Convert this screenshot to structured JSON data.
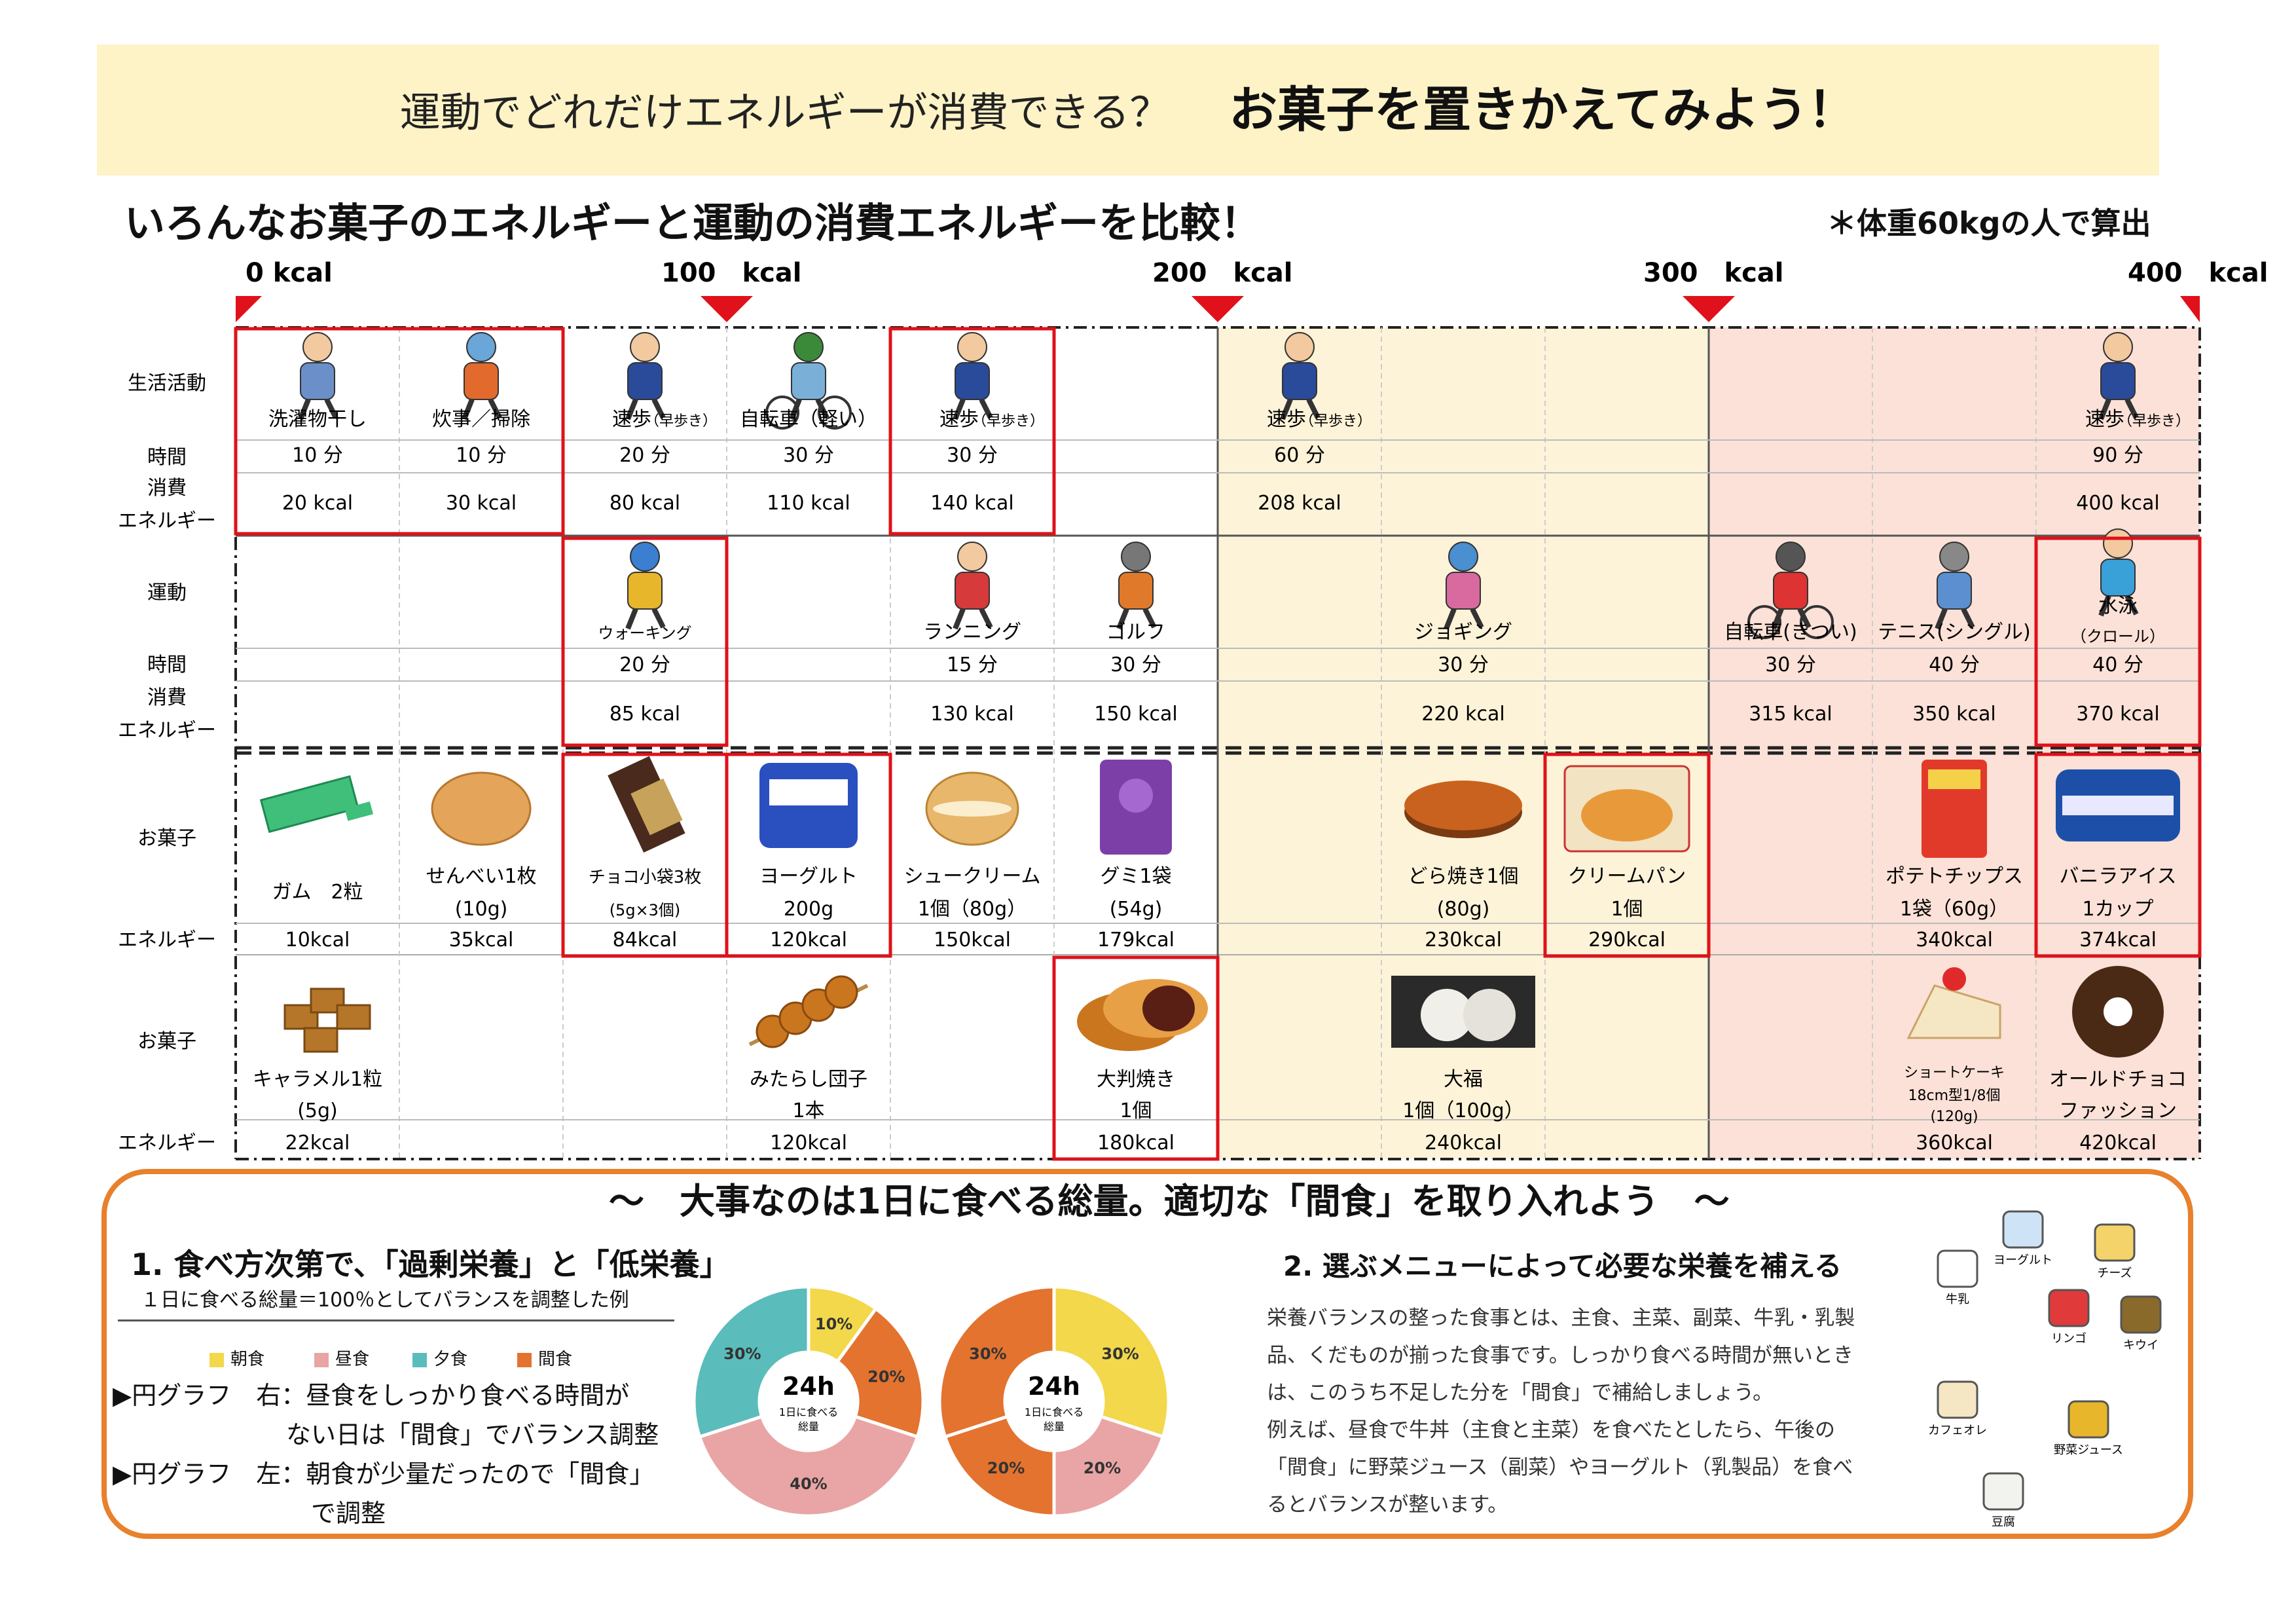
{
  "header": {
    "question": "運動でどれだけエネルギーが消費できる？",
    "title": "お菓子を置きかえてみよう！"
  },
  "subtitle": "いろんなお菓子のエネルギーと運動の消費エネルギーを比較！",
  "basis_note": "＊体重60kgの人で算出",
  "scale": [
    "0 kcal",
    "100　kcal",
    "200　kcal",
    "300　kcal",
    "400　kcal"
  ],
  "row_labels": {
    "life": "生活活動",
    "exercise": "運動",
    "snack": "お菓子",
    "time": "時間",
    "consume1": "消費",
    "consume2": "エネルギー",
    "energy": "エネルギー"
  },
  "life": [
    {
      "col": 0,
      "name": "洗濯物干し",
      "time": "10 分",
      "kcal": "20 kcal",
      "icon": "laundry-icon"
    },
    {
      "col": 1,
      "name": "炊事／掃除",
      "time": "10 分",
      "kcal": "30 kcal",
      "icon": "cooking-cleaning-icon"
    },
    {
      "col": 2,
      "name": "速歩",
      "note": "（早歩き）",
      "time": "20 分",
      "kcal": "80 kcal",
      "icon": "walking-businessman-icon"
    },
    {
      "col": 3,
      "name": "自転車（軽い）",
      "time": "30 分",
      "kcal": "110 kcal",
      "icon": "bicycle-icon"
    },
    {
      "col": 4,
      "name": "速歩",
      "note": "（早歩き）",
      "time": "30 分",
      "kcal": "140 kcal",
      "icon": "walking-businessman-icon"
    },
    {
      "col": 6,
      "name": "速歩",
      "note": "（早歩き）",
      "time": "60 分",
      "kcal": "208 kcal",
      "icon": "walking-businessman-icon"
    },
    {
      "col": 11,
      "name": "速歩",
      "note": "（早歩き）",
      "time": "90 分",
      "kcal": "400 kcal",
      "icon": "walking-businessman-icon"
    }
  ],
  "exercise": [
    {
      "col": 2,
      "name": "ウォーキング",
      "time": "20 分",
      "kcal": "85 kcal",
      "icon": "walking-couple-icon"
    },
    {
      "col": 4,
      "name": "ランニング",
      "time": "15 分",
      "kcal": "130 kcal",
      "icon": "running-icon"
    },
    {
      "col": 5,
      "name": "ゴルフ",
      "time": "30 分",
      "kcal": "150 kcal",
      "icon": "golf-icon"
    },
    {
      "col": 7,
      "name": "ジョギング",
      "time": "30 分",
      "kcal": "220 kcal",
      "icon": "jogging-icon"
    },
    {
      "col": 9,
      "name": "自転車(きつい)",
      "time": "30 分",
      "kcal": "315 kcal",
      "icon": "cycling-racer-icon"
    },
    {
      "col": 10,
      "name": "テニス(シングル)",
      "time": "40 分",
      "kcal": "350 kcal",
      "icon": "tennis-icon"
    },
    {
      "col": 11,
      "name": "水泳",
      "note": "（クロール）",
      "time": "40 分",
      "kcal": "370 kcal",
      "icon": "swimming-icon"
    }
  ],
  "snacks1": [
    {
      "col": 0,
      "name": "ガム　2粒",
      "kcal": "10kcal",
      "icon": "gum-icon"
    },
    {
      "col": 1,
      "name": "せんべい1枚",
      "amount": "(10g)",
      "kcal": "35kcal",
      "icon": "senbei-icon"
    },
    {
      "col": 2,
      "name": "チョコ小袋3枚",
      "amount": "(5g×3個)",
      "kcal": "84kcal",
      "icon": "chocolate-icon"
    },
    {
      "col": 3,
      "name": "ヨーグルト",
      "amount": "200g",
      "kcal": "120kcal",
      "icon": "yogurt-icon"
    },
    {
      "col": 4,
      "name": "シュークリーム",
      "amount": "1個（80g）",
      "kcal": "150kcal",
      "icon": "cream-puff-icon"
    },
    {
      "col": 5,
      "name": "グミ1袋",
      "amount": "(54g)",
      "kcal": "179kcal",
      "icon": "gummy-icon"
    },
    {
      "col": 7,
      "name": "どら焼き1個",
      "amount": "(80g)",
      "kcal": "230kcal",
      "icon": "dorayaki-icon"
    },
    {
      "col": 8,
      "name": "クリームパン",
      "amount": "1個",
      "kcal": "290kcal",
      "icon": "cream-bun-icon"
    },
    {
      "col": 10,
      "name": "ポテトチップス",
      "amount": "1袋（60g）",
      "kcal": "340kcal",
      "icon": "potato-chips-icon"
    },
    {
      "col": 11,
      "name": "バニラアイス",
      "amount": "1カップ",
      "kcal": "374kcal",
      "icon": "ice-cream-icon"
    }
  ],
  "snacks2": [
    {
      "col": 0,
      "name": "キャラメル1粒",
      "amount": "(5g)",
      "kcal": "22kcal",
      "icon": "caramel-icon"
    },
    {
      "col": 3,
      "name": "みたらし団子",
      "amount": "1本",
      "kcal": "120kcal",
      "icon": "dango-icon"
    },
    {
      "col": 5,
      "name": "大判焼き",
      "amount": "1個",
      "kcal": "180kcal",
      "icon": "obanyaki-icon"
    },
    {
      "col": 7,
      "name": "大福",
      "amount": "1個（100g）",
      "kcal": "240kcal",
      "icon": "daifuku-icon"
    },
    {
      "col": 10,
      "name": "ショートケーキ",
      "amount": "18cm型1/8個",
      "amount2": "(120g)",
      "kcal": "360kcal",
      "icon": "shortcake-icon"
    },
    {
      "col": 11,
      "name": "オールドチョコ",
      "amount": "ファッション",
      "kcal": "420kcal",
      "icon": "donut-icon"
    }
  ],
  "bottom": {
    "title": "～　大事なのは1日に食べる総量。適切な「間食」を取り入れよう　～",
    "s1_title": "1. 食べ方次第で、「過剰栄養」と「低栄養」",
    "s1_sub": "１日に食べる総量＝100％としてバランスを調整した例",
    "legend": [
      {
        "label": "朝食",
        "color": "#f2d84a"
      },
      {
        "label": "昼食",
        "color": "#e9a5a5"
      },
      {
        "label": "夕食",
        "color": "#5bbcbc"
      },
      {
        "label": "間食",
        "color": "#e3732f"
      }
    ],
    "note1a": "▶円グラフ　右：昼食をしっかり食べる時間が",
    "note1b": "ない日は「間食」でバランス調整",
    "note2a": "▶円グラフ　左：朝食が少量だったので「間食」",
    "note2b": "で調整",
    "donut_center": [
      "24h",
      "1日に食べる",
      "総量"
    ],
    "donut_left": [
      {
        "label": "10%",
        "value": 10,
        "color": "#f2d84a"
      },
      {
        "label": "20%",
        "value": 20,
        "color": "#e3732f"
      },
      {
        "label": "40%",
        "value": 40,
        "color": "#e9a5a5"
      },
      {
        "label": "30%",
        "value": 30,
        "color": "#5bbcbc"
      }
    ],
    "donut_right": [
      {
        "label": "30%",
        "value": 30,
        "color": "#f2d84a"
      },
      {
        "label": "20%",
        "value": 20,
        "color": "#e9a5a5"
      },
      {
        "label": "20%",
        "value": 20,
        "color": "#e3732f"
      },
      {
        "label": "30%",
        "value": 30,
        "color": "#e3732f"
      }
    ],
    "s2_title": "2. 選ぶメニューによって必要な栄養を補える",
    "s2_body": [
      "栄養バランスの整った食事とは、主食、主菜、副菜、牛乳・乳製",
      "品、くだものが揃った食事です。しっかり食べる時間が無いとき",
      "は、このうち不足した分を「間食」で補給しましょう。",
      "例えば、昼食で牛丼（主食と主菜）を食べたとしたら、午後の",
      "「間食」に野菜ジュース（副菜）やヨーグルト（乳製品）を食べ",
      "るとバランスが整います。"
    ],
    "food_labels": [
      "ヨーグルト",
      "チーズ",
      "牛乳",
      "リンゴ",
      "キウイ",
      "カフェオレ",
      "野菜ジュース",
      "豆腐"
    ]
  }
}
